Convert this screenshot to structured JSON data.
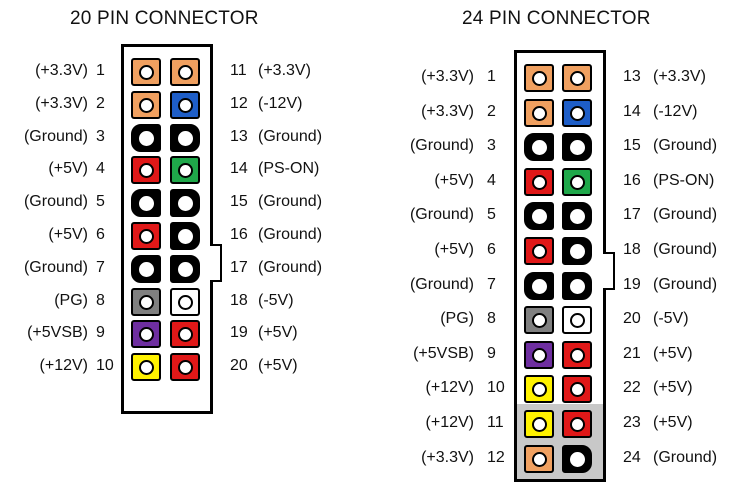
{
  "connectors": [
    {
      "title": "20 PIN CONNECTOR",
      "pins": [
        {
          "left_num": "1",
          "left_label": "(+3.3V)",
          "left_color": "#F0A060",
          "right_num": "11",
          "right_label": "(+3.3V)",
          "right_color": "#F0A060"
        },
        {
          "left_num": "2",
          "left_label": "(+3.3V)",
          "left_color": "#F0A060",
          "right_num": "12",
          "right_label": "(-12V)",
          "right_color": "#1E5EC8"
        },
        {
          "left_num": "3",
          "left_label": "(Ground)",
          "left_color": "#000000",
          "right_num": "13",
          "right_label": "(Ground)",
          "right_color": "#000000"
        },
        {
          "left_num": "4",
          "left_label": "(+5V)",
          "left_color": "#E01818",
          "right_num": "14",
          "right_label": "(PS-ON)",
          "right_color": "#1FA84A"
        },
        {
          "left_num": "5",
          "left_label": "(Ground)",
          "left_color": "#000000",
          "right_num": "15",
          "right_label": "(Ground)",
          "right_color": "#000000"
        },
        {
          "left_num": "6",
          "left_label": "(+5V)",
          "left_color": "#E01818",
          "right_num": "16",
          "right_label": "(Ground)",
          "right_color": "#000000"
        },
        {
          "left_num": "7",
          "left_label": "(Ground)",
          "left_color": "#000000",
          "right_num": "17",
          "right_label": "(Ground)",
          "right_color": "#000000"
        },
        {
          "left_num": "8",
          "left_label": "(PG)",
          "left_color": "#808080",
          "right_num": "18",
          "right_label": "(-5V)",
          "right_color": "#FFFFFF"
        },
        {
          "left_num": "9",
          "left_label": "(+5VSB)",
          "left_color": "#6E2EA0",
          "right_num": "19",
          "right_label": "(+5V)",
          "right_color": "#E01818"
        },
        {
          "left_num": "10",
          "left_label": "(+12V)",
          "left_color": "#FFF200",
          "right_num": "20",
          "right_label": "(+5V)",
          "right_color": "#E01818"
        }
      ]
    },
    {
      "title": "24 PIN CONNECTOR",
      "pins": [
        {
          "left_num": "1",
          "left_label": "(+3.3V)",
          "left_color": "#F0A060",
          "right_num": "13",
          "right_label": "(+3.3V)",
          "right_color": "#F0A060"
        },
        {
          "left_num": "2",
          "left_label": "(+3.3V)",
          "left_color": "#F0A060",
          "right_num": "14",
          "right_label": "(-12V)",
          "right_color": "#1E5EC8"
        },
        {
          "left_num": "3",
          "left_label": "(Ground)",
          "left_color": "#000000",
          "right_num": "15",
          "right_label": "(Ground)",
          "right_color": "#000000"
        },
        {
          "left_num": "4",
          "left_label": "(+5V)",
          "left_color": "#E01818",
          "right_num": "16",
          "right_label": "(PS-ON)",
          "right_color": "#1FA84A"
        },
        {
          "left_num": "5",
          "left_label": "(Ground)",
          "left_color": "#000000",
          "right_num": "17",
          "right_label": "(Ground)",
          "right_color": "#000000"
        },
        {
          "left_num": "6",
          "left_label": "(+5V)",
          "left_color": "#E01818",
          "right_num": "18",
          "right_label": "(Ground)",
          "right_color": "#000000"
        },
        {
          "left_num": "7",
          "left_label": "(Ground)",
          "left_color": "#000000",
          "right_num": "19",
          "right_label": "(Ground)",
          "right_color": "#000000"
        },
        {
          "left_num": "8",
          "left_label": "(PG)",
          "left_color": "#808080",
          "right_num": "20",
          "right_label": "(-5V)",
          "right_color": "#FFFFFF"
        },
        {
          "left_num": "9",
          "left_label": "(+5VSB)",
          "left_color": "#6E2EA0",
          "right_num": "21",
          "right_label": "(+5V)",
          "right_color": "#E01818"
        },
        {
          "left_num": "10",
          "left_label": "(+12V)",
          "left_color": "#FFF200",
          "right_num": "22",
          "right_label": "(+5V)",
          "right_color": "#E01818"
        },
        {
          "left_num": "11",
          "left_label": "(+12V)",
          "left_color": "#FFF200",
          "right_num": "23",
          "right_label": "(+5V)",
          "right_color": "#E01818"
        },
        {
          "left_num": "12",
          "left_label": "(+3.3V)",
          "left_color": "#F0A060",
          "right_num": "24",
          "right_label": "(Ground)",
          "right_color": "#000000"
        }
      ]
    }
  ]
}
